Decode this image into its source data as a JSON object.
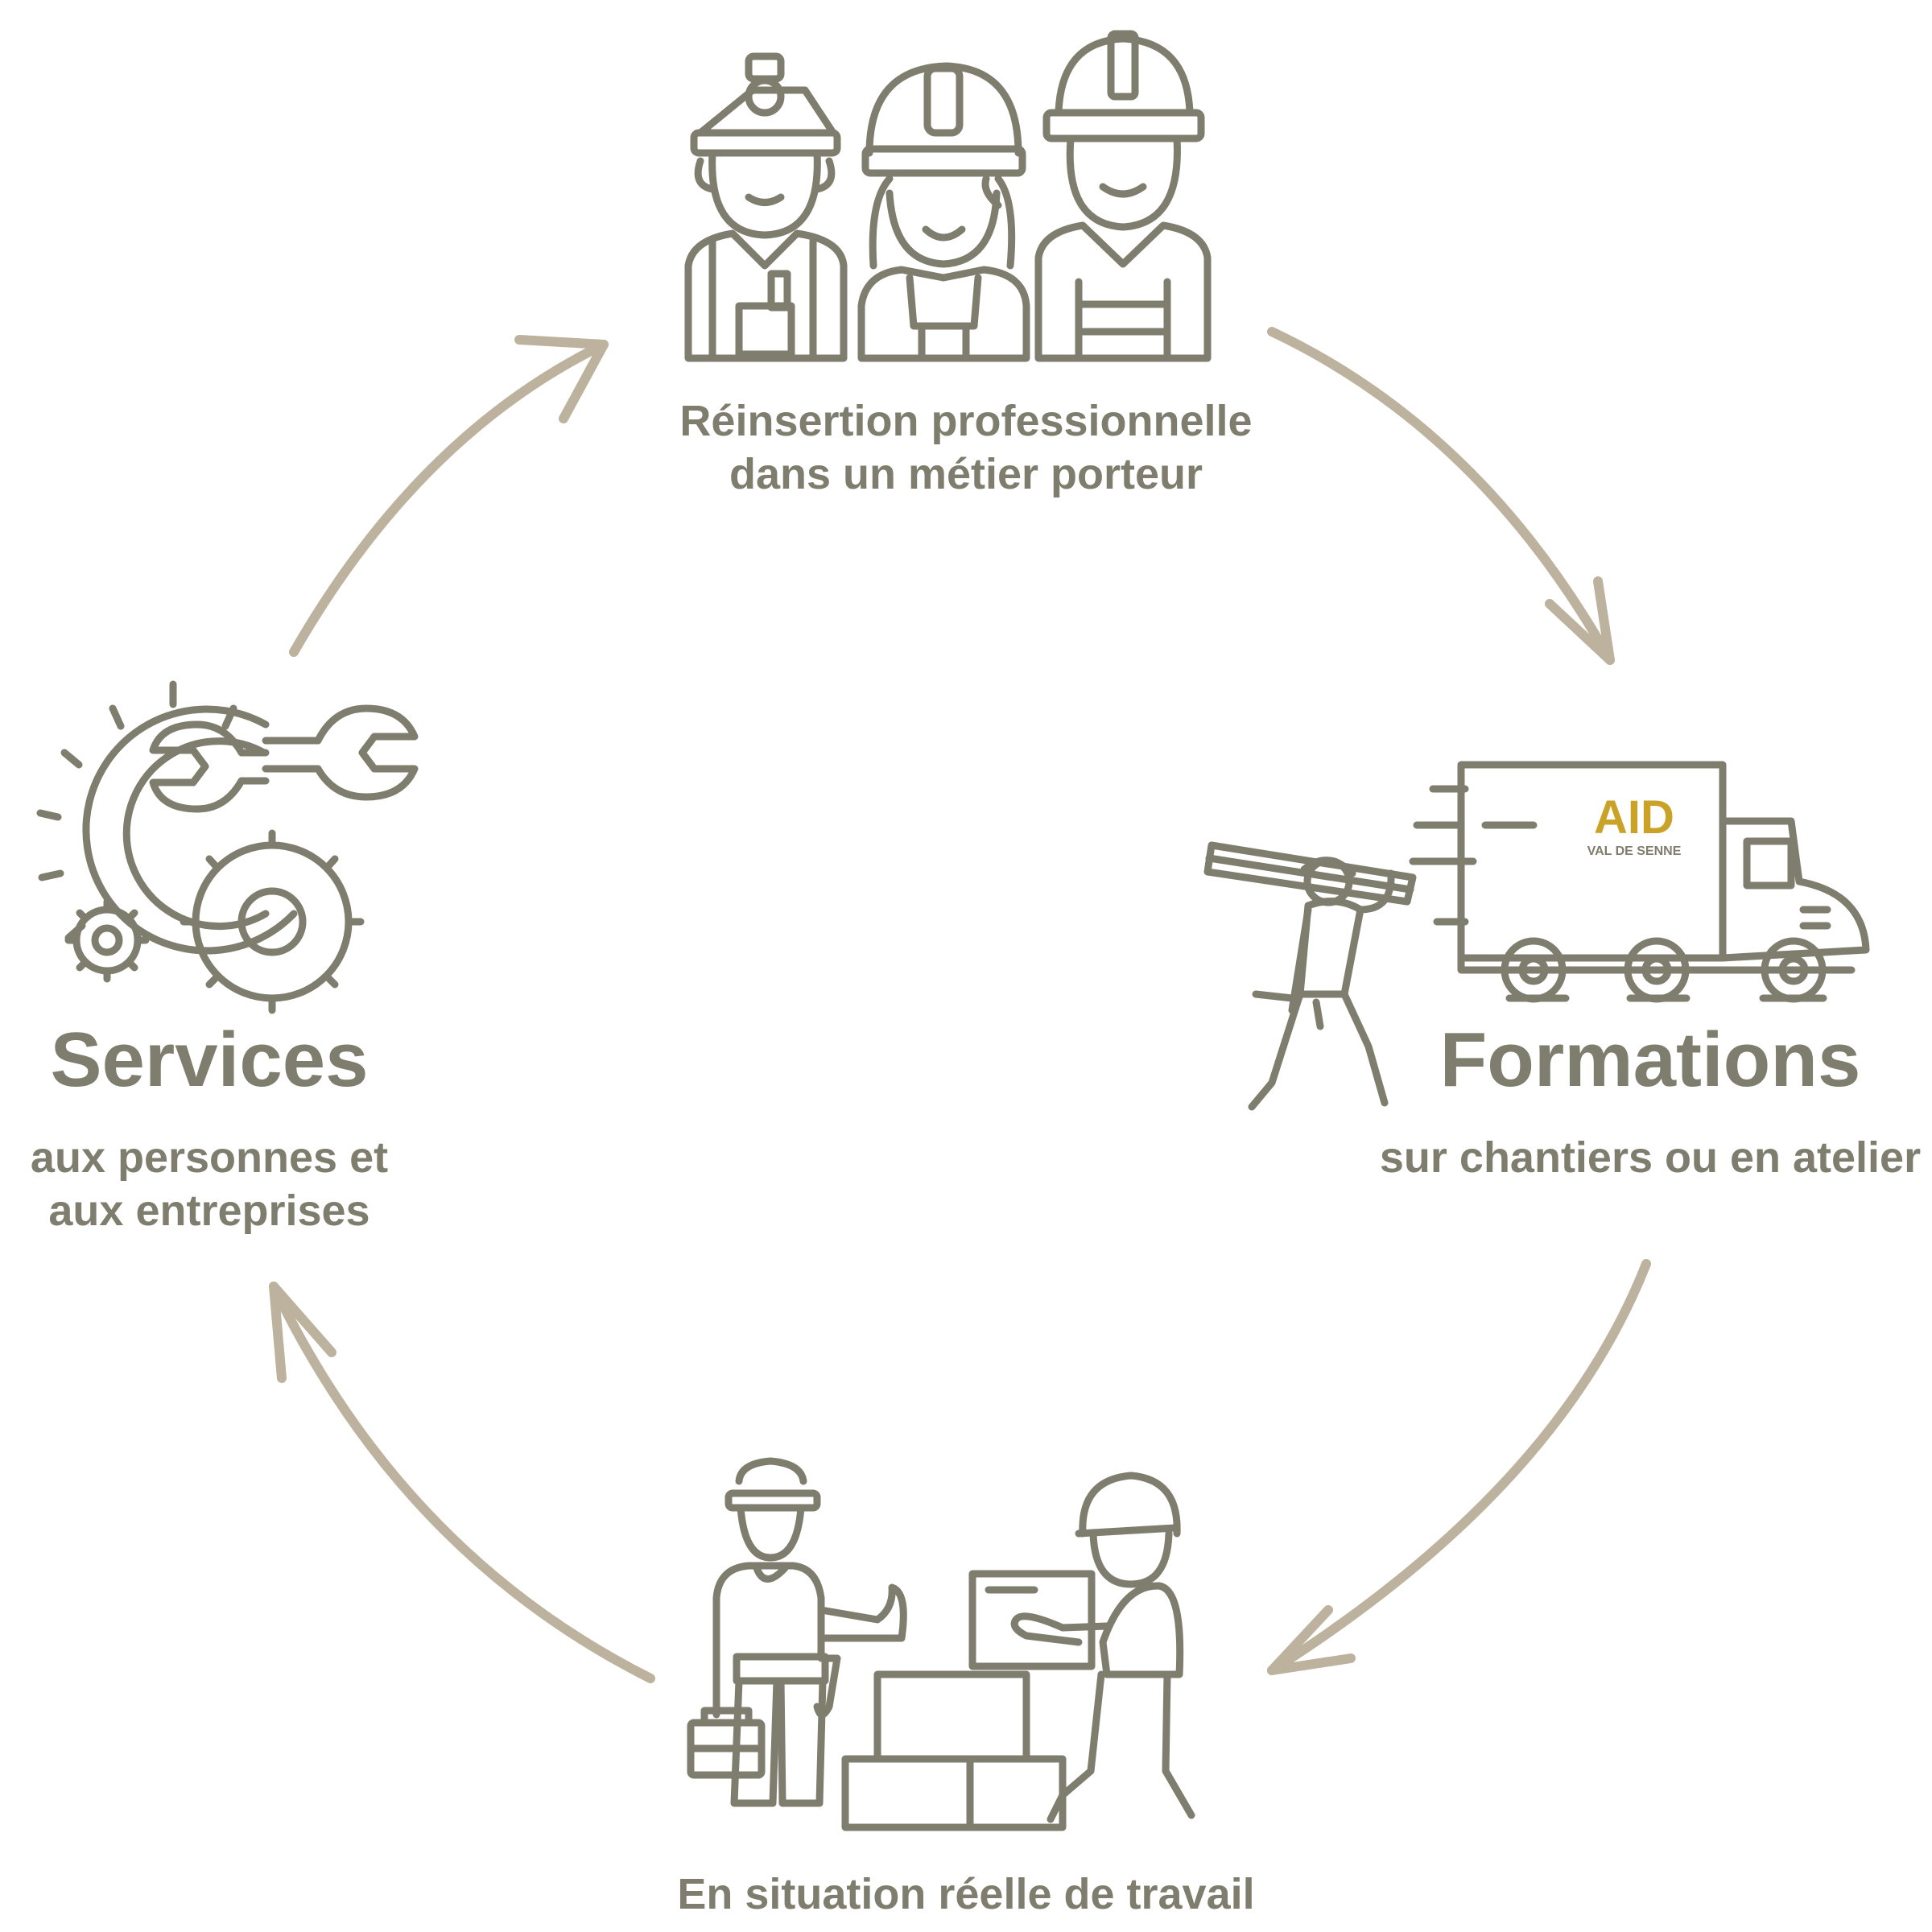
{
  "cycle": {
    "top": {
      "line1": "Réinsertion professionnelle",
      "line2": "dans un métier porteur"
    },
    "right": {
      "title": "Formations",
      "subtitle": "sur chantiers ou en atelier"
    },
    "bottom": {
      "text": "En situation réelle de travail"
    },
    "left": {
      "title": "Services",
      "subtitle_line1": "aux personnes et",
      "subtitle_line2": "aux entreprises"
    }
  },
  "logo": {
    "mark": "AID",
    "tagline": "VAL DE SENNE",
    "color": "#c9a227"
  },
  "colors": {
    "icon": "#7f7e6e",
    "arrow": "#bcb29e"
  },
  "icons": [
    "workers-group-icon",
    "truck-worker-icon",
    "handover-workers-icon",
    "gears-wrench-icon"
  ]
}
